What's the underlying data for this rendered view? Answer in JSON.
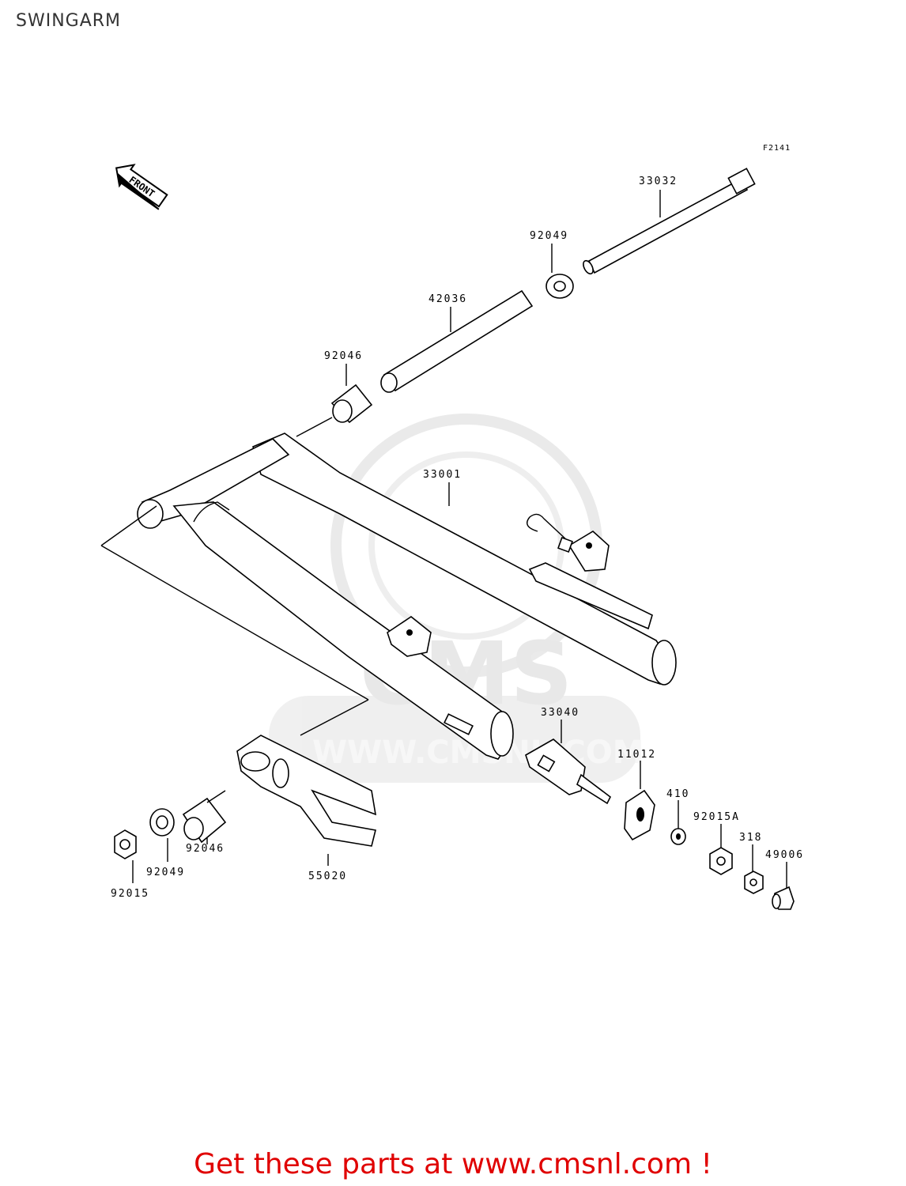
{
  "page": {
    "title": "SWINGARM"
  },
  "figure": {
    "code": "F2141",
    "front_arrow": "FRONT"
  },
  "watermark": {
    "logo": "CMS",
    "url": "WWW.CMSNL.COM"
  },
  "parts": [
    {
      "id": "p33032",
      "number": "33032"
    },
    {
      "id": "p92049a",
      "number": "92049"
    },
    {
      "id": "p42036",
      "number": "42036"
    },
    {
      "id": "p92046a",
      "number": "92046"
    },
    {
      "id": "p33001",
      "number": "33001"
    },
    {
      "id": "p33040",
      "number": "33040"
    },
    {
      "id": "p11012",
      "number": "11012"
    },
    {
      "id": "p410",
      "number": "410"
    },
    {
      "id": "p92015A",
      "number": "92015A"
    },
    {
      "id": "p318",
      "number": "318"
    },
    {
      "id": "p49006",
      "number": "49006"
    },
    {
      "id": "p92046b",
      "number": "92046"
    },
    {
      "id": "p55020",
      "number": "55020"
    },
    {
      "id": "p92049b",
      "number": "92049"
    },
    {
      "id": "p92015",
      "number": "92015"
    }
  ],
  "footer": {
    "text": "Get these parts at www.cmsnl.com !",
    "color": "#e00000"
  }
}
